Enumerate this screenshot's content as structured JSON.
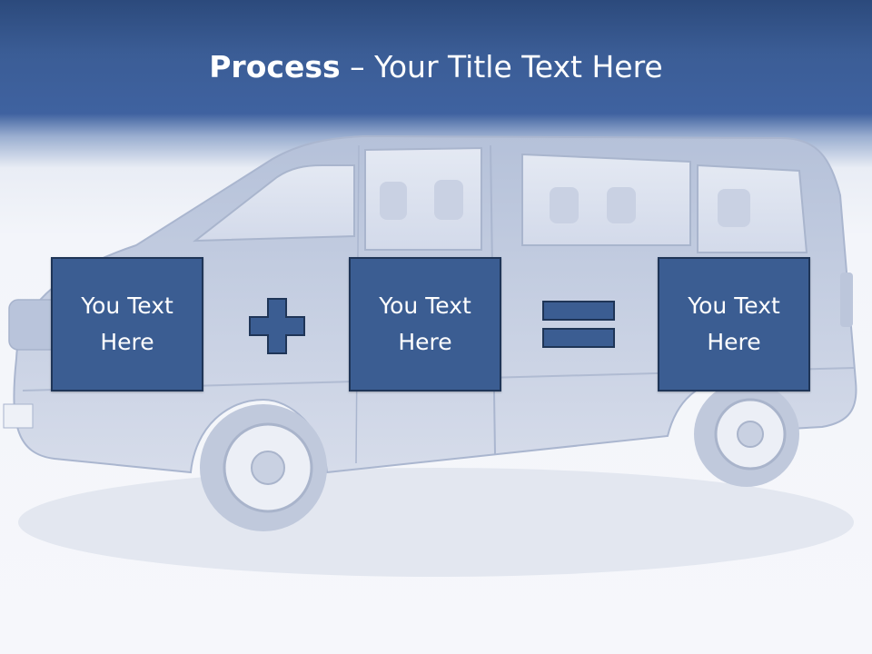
{
  "title": {
    "bold": "Process",
    "rest": " – Your Title Text Here"
  },
  "boxes": [
    {
      "label": "You Text Here"
    },
    {
      "label": "You Text Here"
    },
    {
      "label": "You Text Here"
    }
  ],
  "operators": [
    "plus",
    "equals"
  ],
  "colors": {
    "header": "#3b5d96",
    "box_fill": "#3b5d92",
    "box_border": "#1f3557",
    "background": "#f5f7fb",
    "title_text": "#ffffff"
  }
}
